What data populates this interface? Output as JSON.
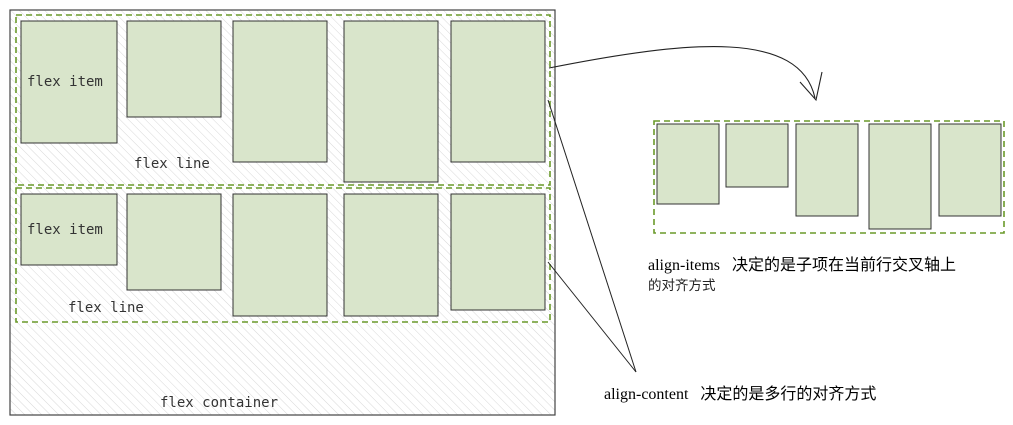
{
  "colors": {
    "item_fill": "#d9e5cb",
    "item_stroke": "#333333",
    "line_dash": "#6a9a2a",
    "container_stroke": "#444444",
    "hatch": "#d8d8d8",
    "connector": "#222222"
  },
  "labels": {
    "flex_item": "flex item",
    "flex_line": "flex line",
    "flex_container": "flex container"
  },
  "annotations": {
    "align_items_code": "align-items",
    "align_items_text_1": "决定的是子项在当前行交叉轴上",
    "align_items_text_2": "的对齐方式",
    "align_content_code": "align-content",
    "align_content_text": "决定的是多行的对齐方式"
  }
}
